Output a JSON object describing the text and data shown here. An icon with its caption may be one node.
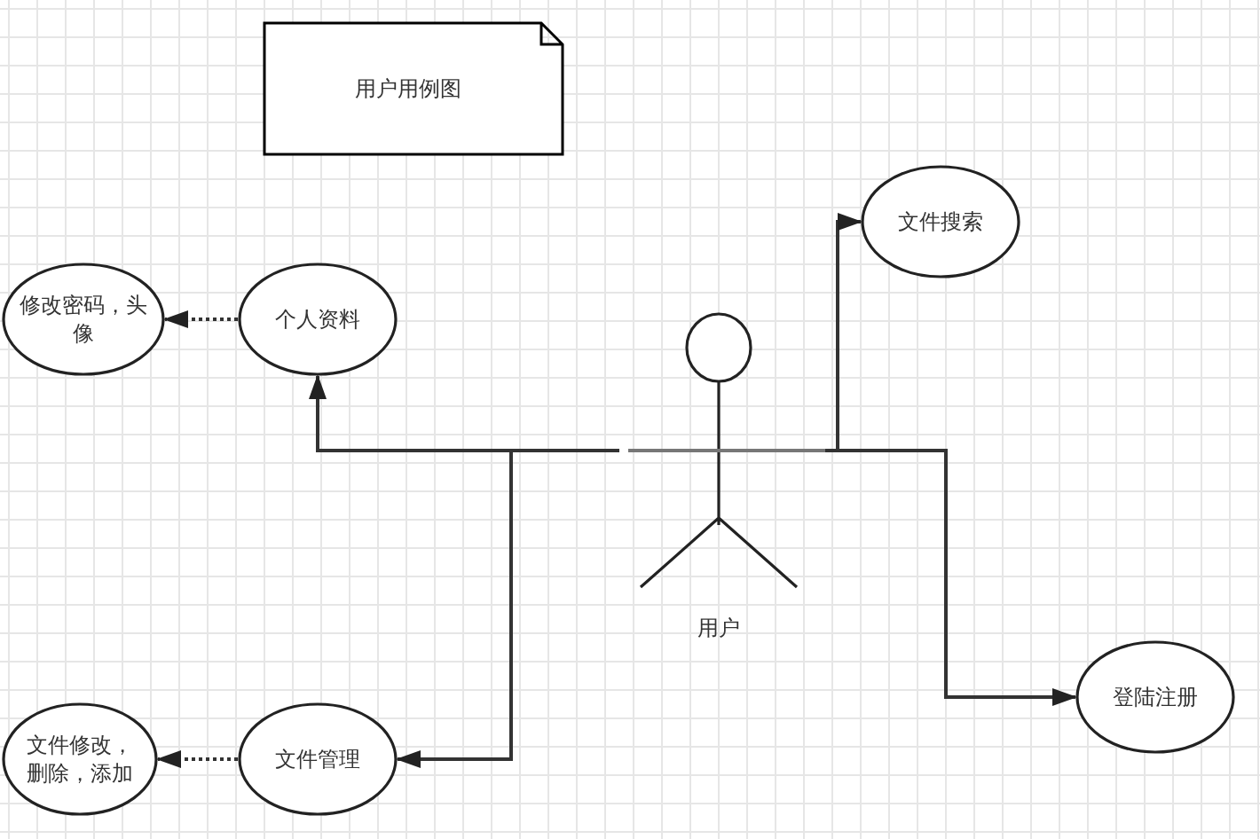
{
  "diagram": {
    "title": "用户用例图",
    "nodes": [
      {
        "text": [
          "文件搜索"
        ]
      },
      {
        "text": [
          "修改密码，头像"
        ]
      },
      {
        "text": [
          "个人资料"
        ]
      },
      {
        "text": [
          "用户"
        ]
      },
      {
        "text": [
          "登陆注册"
        ]
      },
      {
        "text": [
          "文件修改，删除，添加"
        ]
      },
      {
        "text": [
          "文件管理"
        ]
      }
    ],
    "edges": [
      {
        "from": 3,
        "to": 2,
        "arrow": "to"
      },
      {
        "from": 3,
        "to": 0,
        "arrow": "to"
      },
      {
        "from": 3,
        "to": 4,
        "arrow": "to"
      },
      {
        "from": 3,
        "to": 6,
        "arrow": "to"
      },
      {
        "from": 2,
        "to": 1,
        "arrow": "to",
        "style": "dashed"
      },
      {
        "from": 6,
        "to": 5,
        "arrow": "to",
        "style": "dashed"
      }
    ]
  }
}
